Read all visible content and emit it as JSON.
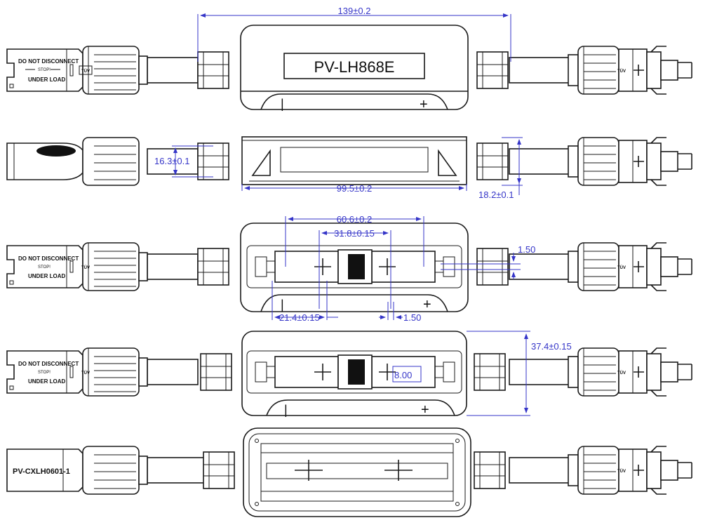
{
  "model_label": "PV-LH868E",
  "part_number": "PV-CXLH0601-1",
  "connector_text": {
    "line1": "DO NOT DISCONNECT",
    "line2": "STOP!",
    "line3": "UNDER LOAD",
    "badge": "TÜV"
  },
  "polarity": {
    "minus": "|",
    "plus": "+"
  },
  "dimensions": {
    "overall_length": "139±0.2",
    "cable_dia": "16.3±0.1",
    "body_length": "99.5±0.2",
    "nut_dia": "18.2±0.1",
    "outer_span": "60.6±0.2",
    "inner_span": "31.8±0.15",
    "clip_offset": "1.50",
    "terminal_width": "21.4±0.15",
    "gap": "1.50",
    "body_height": "37.4±0.15",
    "fuse_width": "8.00"
  },
  "colors": {
    "line": "#1a1a1a",
    "dimension": "#3535c8"
  }
}
